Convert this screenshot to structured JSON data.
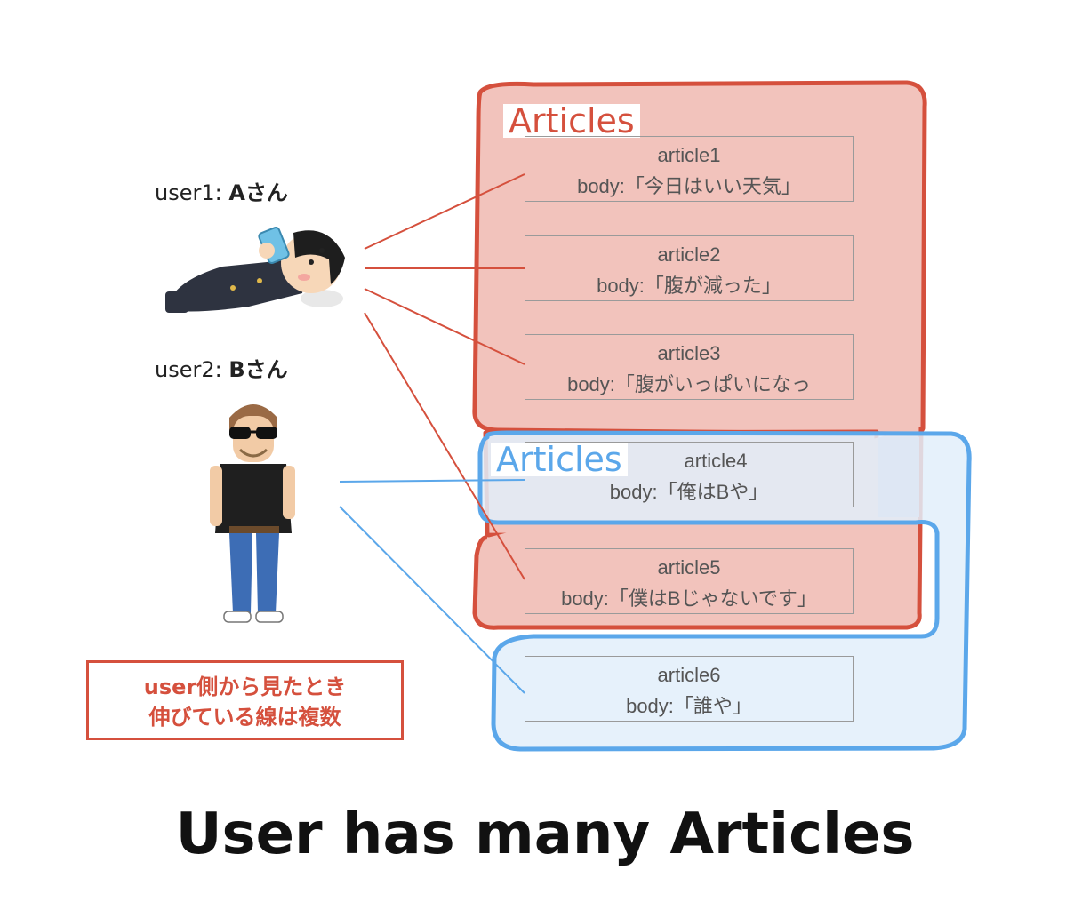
{
  "users": [
    {
      "prefix": "user1: ",
      "name": "Aさん"
    },
    {
      "prefix": "user2: ",
      "name": "Bさん"
    }
  ],
  "groups": {
    "red": {
      "title": "Articles",
      "color": "#d5503d",
      "fill": "#f2c3bc"
    },
    "blue": {
      "title": "Articles",
      "color": "#5ba7ea",
      "fill": "#e2eefa"
    }
  },
  "articles": [
    {
      "name": "article1",
      "body": "body:「今日はいい天気」"
    },
    {
      "name": "article2",
      "body": "body:「腹が減った」"
    },
    {
      "name": "article3",
      "body": "body:「腹がいっぱいになっ"
    },
    {
      "name": "article4",
      "body": "body:「俺はBや」"
    },
    {
      "name": "article5",
      "body": "body:「僕はBじゃないです」"
    },
    {
      "name": "article6",
      "body": "body:「誰や」"
    }
  ],
  "note": {
    "line1": "user側から見たとき",
    "line2": "伸びている線は複数"
  },
  "caption": "User has many Articles"
}
